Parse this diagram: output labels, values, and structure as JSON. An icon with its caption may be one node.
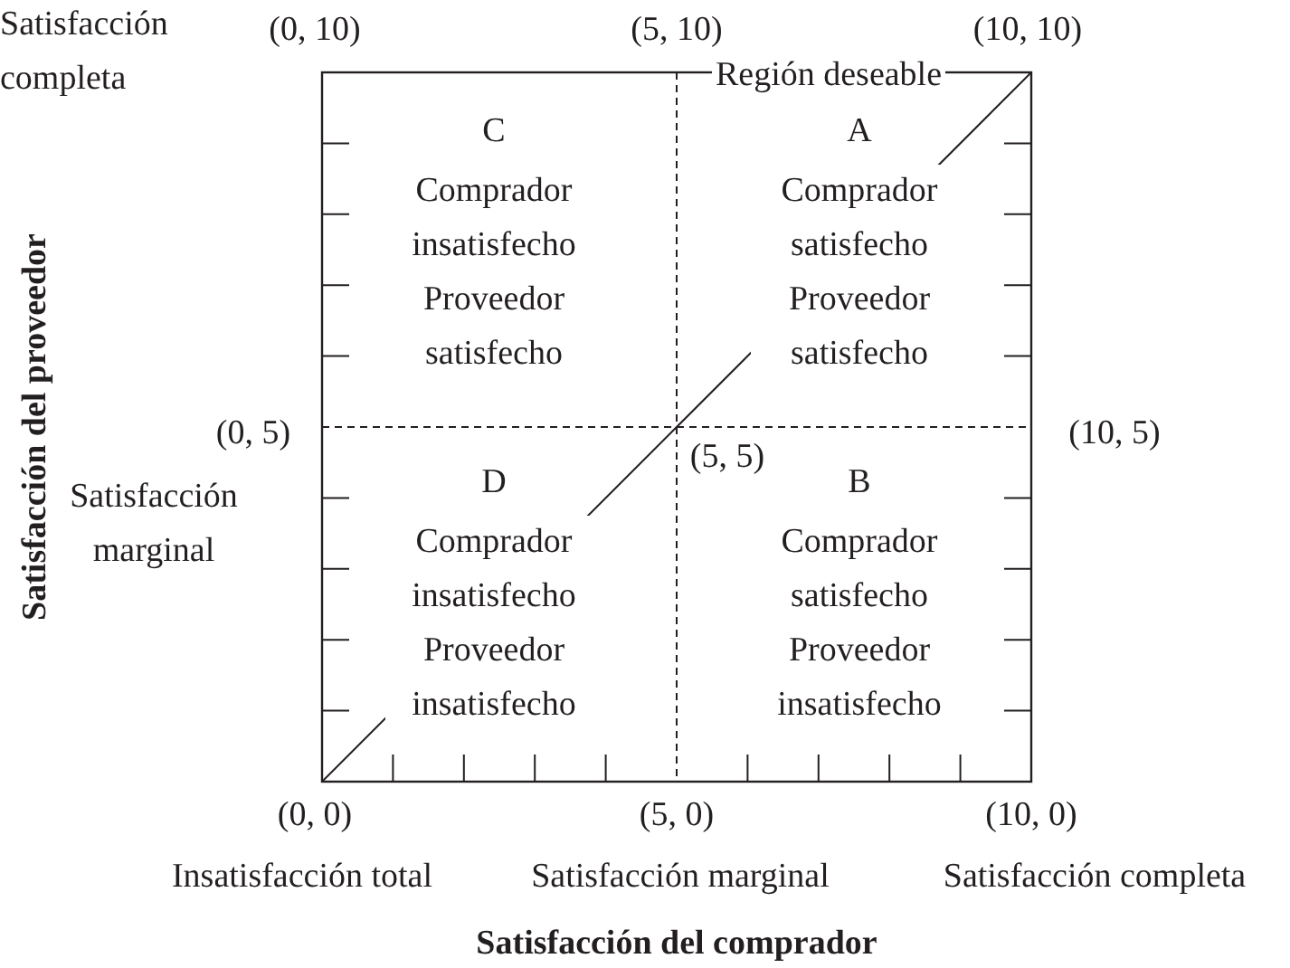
{
  "diagram": {
    "labels": [
      "Satisfacción completa",
      "(0, 10)",
      "(5, 10)",
      "(10, 10)",
      "Región deseable",
      "C",
      "Comprador insatisfecho",
      "Proveedor satisfecho",
      "A",
      "Comprador satisfecho",
      "Proveedor satisfecho",
      "Satisfacción del proveedor",
      "(0, 5)",
      "(10, 5)",
      "(5, 5)",
      "Satisfacción marginal",
      "D",
      "Comprador insatisfecho",
      "Proveedor insatisfecho",
      "B",
      "Comprador satisfecho",
      "Proveedor insatisfecho",
      "(0, 0)",
      "(5, 0)",
      "(10, 0)",
      "Insatisfacción total",
      "Satisfacción marginal",
      "Satisfacción completa",
      "Satisfacción del comprador"
    ]
  }
}
